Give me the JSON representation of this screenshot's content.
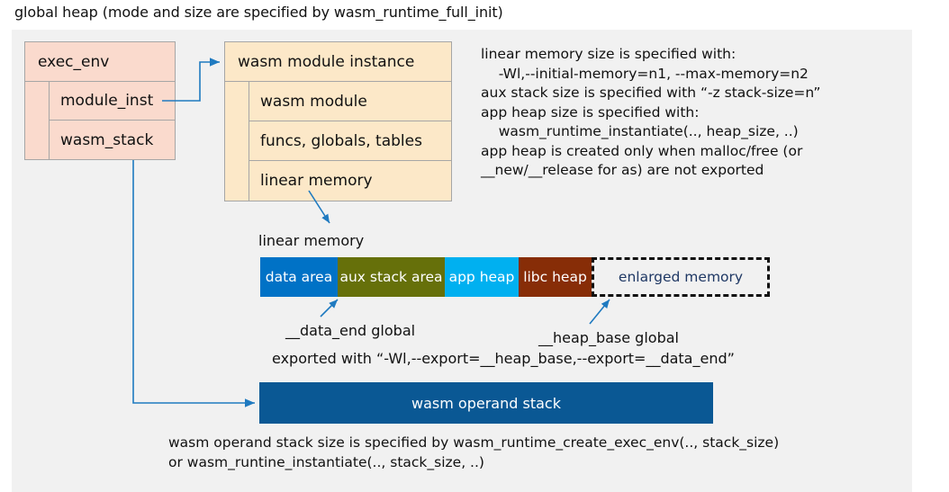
{
  "title": "global heap (mode and size are specified by wasm_runtime_full_init)",
  "colors": {
    "accent_arrow": "#1f7ac0",
    "panel_bg": "#f1f1f1",
    "exec_env_fill": "#fadacd",
    "module_instance_fill": "#fce8c8",
    "data_area": "#0072c6",
    "aux_stack_area": "#66700a",
    "app_heap": "#00b0f0",
    "libc_heap": "#872d07",
    "enlarged_memory_text": "#1f3864",
    "operand_stack_fill": "#0a5894"
  },
  "exec_env": {
    "header": "exec_env",
    "rows": [
      {
        "label": "module_inst"
      },
      {
        "label": "wasm_stack"
      }
    ]
  },
  "module_instance": {
    "header": "wasm module instance",
    "rows": [
      {
        "label": "wasm module"
      },
      {
        "label": "funcs, globals, tables"
      },
      {
        "label": "linear memory"
      }
    ]
  },
  "notes": {
    "right_block": "linear memory size is specified with:\n    -Wl,--initial-memory=n1, --max-memory=n2\naux stack size is specified with “-z stack-size=n”\napp heap size is specified with:\n    wasm_runtime_instantiate(.., heap_size, ..)\napp heap is created only when malloc/free (or\n__new/__release for as) are not exported",
    "bottom_block": "wasm operand stack size is specified by wasm_runtime_create_exec_env(.., stack_size)\nor wasm_runtine_instantiate(.., stack_size, ..)"
  },
  "linear_memory": {
    "label": "linear memory",
    "segments": [
      {
        "label": "data area",
        "color": "#0072c6",
        "width": 86,
        "text_color": "#ffffff"
      },
      {
        "label": "aux stack area",
        "color": "#66700a",
        "width": 119,
        "text_color": "#ffffff"
      },
      {
        "label": "app heap",
        "color": "#00b0f0",
        "width": 82,
        "text_color": "#ffffff"
      },
      {
        "label": "libc heap",
        "color": "#872d07",
        "width": 81,
        "text_color": "#ffffff"
      },
      {
        "label": "enlarged memory",
        "color": "#f1f1f1",
        "width": 198,
        "text_color": "#1f3864"
      }
    ]
  },
  "annotations": {
    "data_end": "__data_end global",
    "heap_base": "__heap_base global",
    "exported_with": "exported with “-Wl,--export=__heap_base,--export=__data_end”"
  },
  "operand_stack": {
    "label": "wasm operand stack"
  }
}
